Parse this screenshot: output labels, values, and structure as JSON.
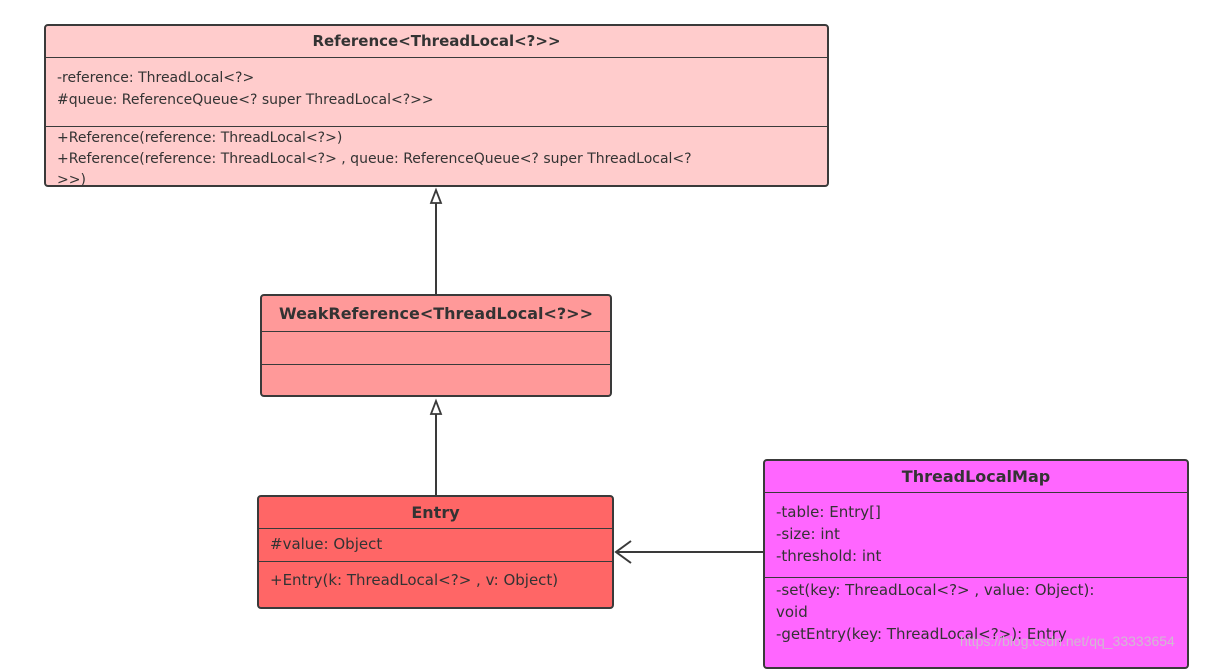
{
  "classes": {
    "reference": {
      "name": "Reference<ThreadLocal<?>>",
      "attributes": [
        "-reference: ThreadLocal<?>",
        "#queue: ReferenceQueue<? super ThreadLocal<?>>"
      ],
      "methods": [
        "+Reference(reference: ThreadLocal<?>)",
        "+Reference(reference: ThreadLocal<?> , queue: ReferenceQueue<? super ThreadLocal<?",
        ">>)"
      ],
      "fill": "#ffcccc"
    },
    "weak_reference": {
      "name": "WeakReference<ThreadLocal<?>>",
      "attributes": [],
      "methods": [],
      "fill": "#ff9999"
    },
    "entry": {
      "name": "Entry",
      "attributes": [
        "#value: Object"
      ],
      "methods": [
        "+Entry(k: ThreadLocal<?> , v: Object)"
      ],
      "fill": "#ff6666"
    },
    "thread_local_map": {
      "name": "ThreadLocalMap",
      "attributes": [
        "-table: Entry[]",
        "-size: int",
        "-threshold: int"
      ],
      "methods": [
        "-set(key: ThreadLocal<?> , value: Object):",
        "void",
        "-getEntry(key: ThreadLocal<?>): Entry"
      ],
      "fill": "#ff66ff"
    }
  },
  "relationships": [
    {
      "from": "weak_reference",
      "to": "reference",
      "type": "generalization"
    },
    {
      "from": "entry",
      "to": "weak_reference",
      "type": "generalization"
    },
    {
      "from": "thread_local_map",
      "to": "entry",
      "type": "association"
    }
  ],
  "colors": {
    "stroke": "#3a3a3a",
    "text": "#333333"
  },
  "watermark": "https://blog.csdn.net/qq_33333654"
}
